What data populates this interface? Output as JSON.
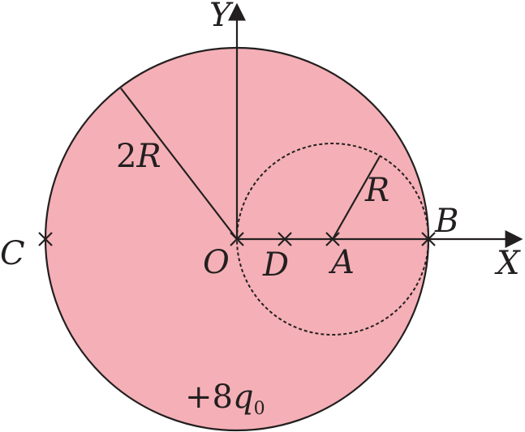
{
  "labels": {
    "y_axis": "Y",
    "x_axis": "X",
    "origin": "O",
    "point_a": "A",
    "point_b": "B",
    "point_c": "C",
    "point_d": "D",
    "big_radius_num": "2",
    "big_radius_var": "R",
    "small_radius": "R",
    "charge_prefix": "+8",
    "charge_var": "q",
    "charge_sub": "0"
  },
  "colors": {
    "sphere_fill": "#f4b0b6",
    "stroke": "#231f20"
  }
}
